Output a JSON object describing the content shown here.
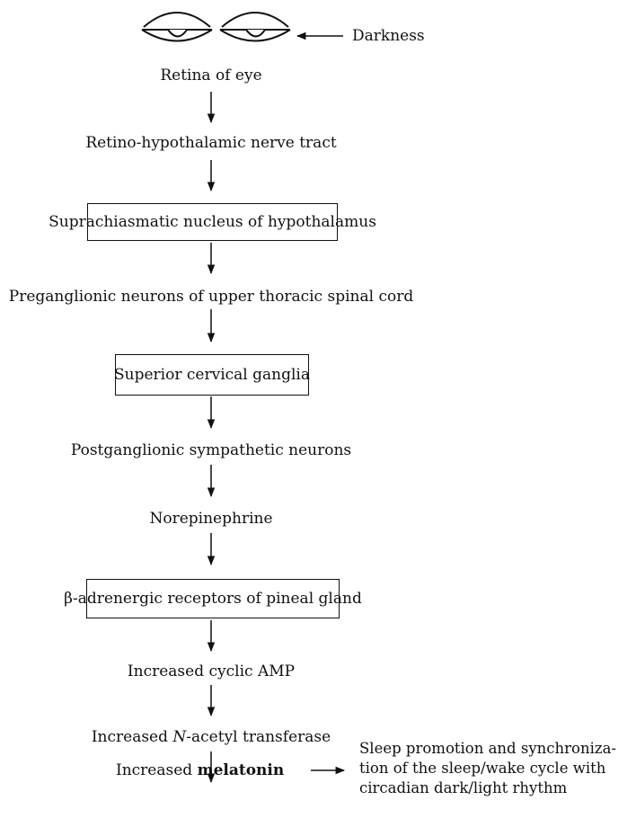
{
  "stimulus": {
    "label": "Darkness",
    "icon": "closed-eyes-icon"
  },
  "steps": {
    "retina": "Retina of eye",
    "tract": "Retino-hypothalamic nerve tract",
    "scn": "Suprachiasmatic nucleus of hypothalamus",
    "preganglionic": "Preganglionic neurons of upper thoracic spinal cord",
    "ganglia": "Superior cervical ganglia",
    "postganglionic": "Postganglionic sympathetic neurons",
    "norepinephrine": "Norepinephrine",
    "receptors": "β-adrenergic receptors of pineal gland",
    "camp": "Increased cyclic AMP",
    "nat_prefix": "Increased ",
    "nat_italic": "N",
    "nat_suffix": "-acetyl transferase",
    "melatonin_prefix": "Increased ",
    "melatonin_bold": "melatonin"
  },
  "outcome": {
    "line1": "Sleep promotion and synchroniza-",
    "line2": "tion of the sleep/wake cycle with",
    "line3": "circadian dark/light rhythm"
  }
}
